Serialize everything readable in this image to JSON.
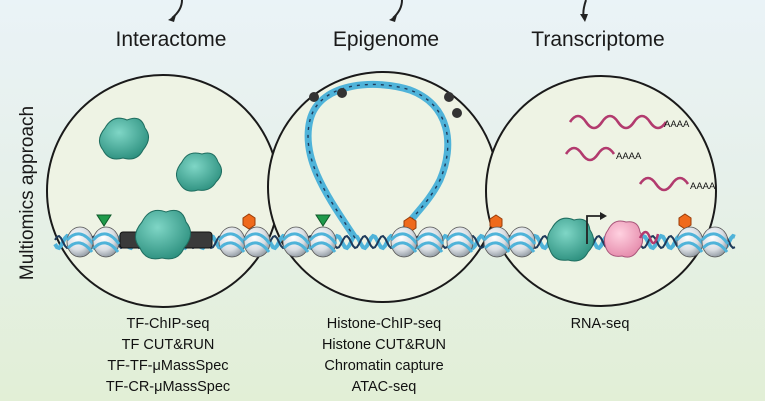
{
  "side_label": "Multiomics approach",
  "columns": [
    {
      "title": "Interactome",
      "methods": [
        "TF-ChIP-seq",
        "TF CUT&RUN",
        "TF-TF-μMassSpec",
        "TF-CR-μMassSpec"
      ]
    },
    {
      "title": "Epigenome",
      "methods": [
        "Histone-ChIP-seq",
        "Histone CUT&RUN",
        "Chromatin capture",
        "ATAC-seq"
      ]
    },
    {
      "title": "Transcriptome",
      "methods": [
        "RNA-seq"
      ]
    }
  ],
  "polya_labels": [
    "AAAA",
    "AAAA",
    "AAAA"
  ],
  "colors": {
    "dna_blue": "#4fb3d9",
    "dna_dark": "#1f3a5a",
    "protein_teal": "#3cae9a",
    "polymerase_pink": "#f0a7c0",
    "rna_magenta": "#b23a6e",
    "mark_green": "#1f9a4b",
    "mark_orange": "#ef6a1c",
    "circle_fill": "#eef3e4"
  }
}
